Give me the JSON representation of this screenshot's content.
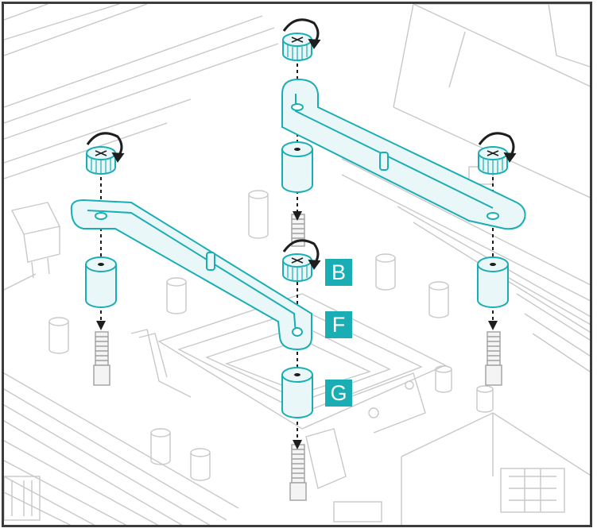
{
  "colors": {
    "background": "#ffffff",
    "board_lines": "#c8c8c8",
    "part_outline": "#1aaeb4",
    "part_fill": "#eaf7f8",
    "callout_fill": "#1aaeb4",
    "callout_text": "#ffffff",
    "axis_line": "#1e1e1e",
    "frame": "#3c3c3c"
  },
  "icons": {
    "rotation": "curved-arrow-icon",
    "direction": "down-arrow-icon"
  },
  "callouts": {
    "thumbscrew_label": "B",
    "bracket_label": "F",
    "standoff_label": "G"
  }
}
